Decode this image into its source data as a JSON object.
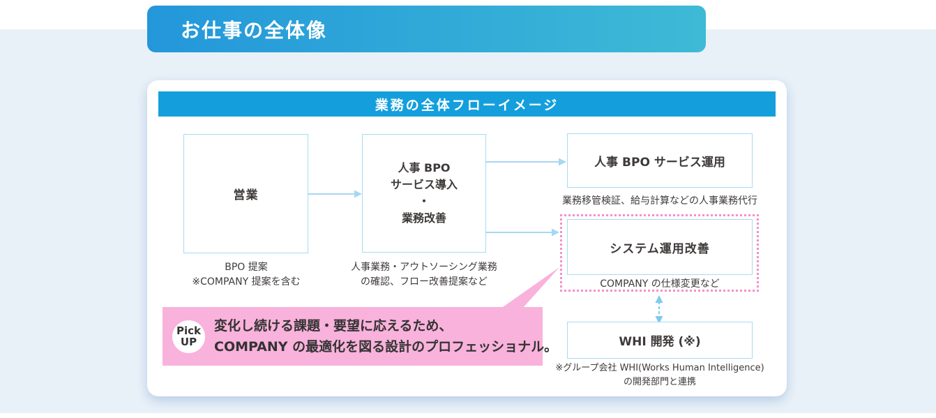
{
  "page": {
    "banner_title": "お仕事の全体像",
    "diagram_title": "業務の全体フローイメージ"
  },
  "colors": {
    "page_bg": "#e9f1f8",
    "banner_grad_start": "#2397da",
    "banner_grad_end": "#3ebad6",
    "header_bg": "#149fdc",
    "box_border": "#a9daf3",
    "arrow": "#a5d8f3",
    "pink": "#f9b2db",
    "pink_dot": "#f48fcb",
    "ink": "#3e3a39"
  },
  "flow": {
    "sales_box": {
      "label": "営業",
      "caption_lines": [
        "BPO 提案",
        "※COMPANY 提案を含む"
      ]
    },
    "intro_box": {
      "label_lines": [
        "人事 BPO",
        "サービス導入",
        "・",
        "業務改善"
      ],
      "caption_lines": [
        "人事業務・アウトソーシング業務",
        "の確認、フロー改善提案など"
      ]
    },
    "operation_box": {
      "label": "人事 BPO サービス運用",
      "caption": "業務移管検証、給与計算などの人事業務代行"
    },
    "system_box": {
      "label": "システム運用改善",
      "caption": "COMPANY の仕様変更など"
    },
    "whi_box": {
      "label": "WHI 開発 (※)",
      "caption_lines": [
        "※グループ会社 WHI(Works Human Intelligence)",
        "の開発部門と連携"
      ]
    }
  },
  "pickup": {
    "badge_lines": [
      "Pick",
      "UP"
    ],
    "text_lines": [
      "変化し続ける課題・要望に応えるため、",
      "COMPANY の最適化を図る設計のプロフェッショナル。"
    ]
  }
}
